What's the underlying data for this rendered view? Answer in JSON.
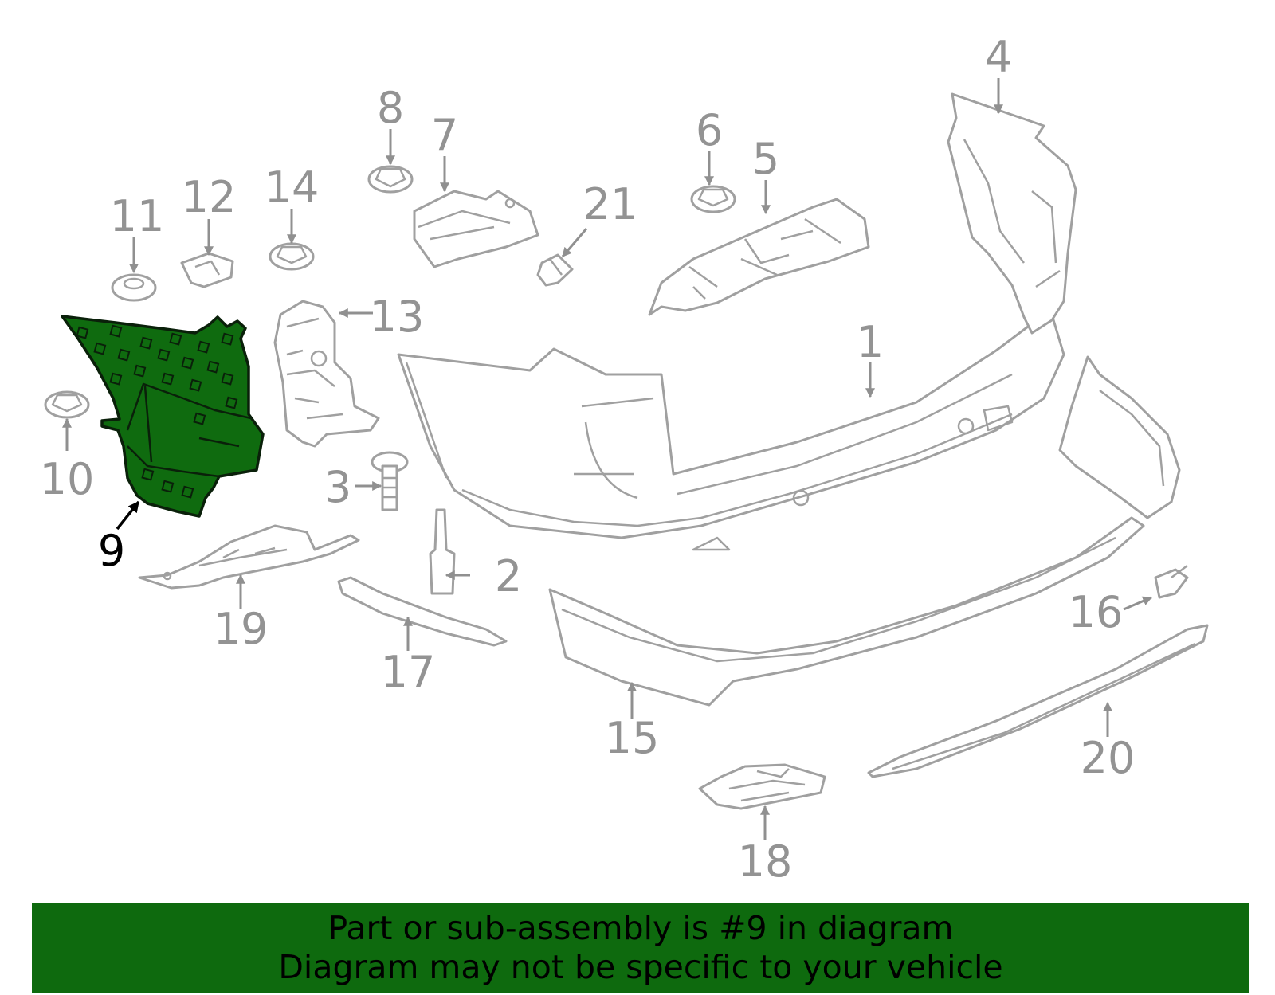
{
  "diagram": {
    "highlighted_part": "9",
    "callouts": [
      "1",
      "2",
      "3",
      "4",
      "5",
      "6",
      "7",
      "8",
      "9",
      "10",
      "11",
      "12",
      "13",
      "14",
      "15",
      "16",
      "17",
      "18",
      "19",
      "20",
      "21"
    ]
  },
  "banner": {
    "line1": "Part or sub-assembly is #9 in diagram",
    "line2": "Diagram may not be specific to your vehicle"
  },
  "colors": {
    "highlight": "#0f6b0f",
    "banner": "#0e6a0e",
    "outline": "#a0a0a0"
  }
}
